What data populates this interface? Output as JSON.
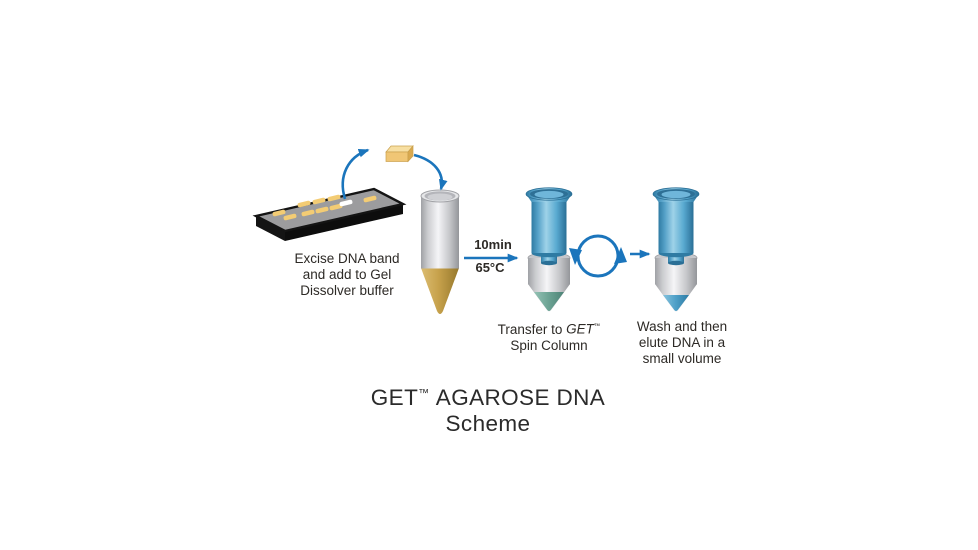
{
  "title": {
    "prefix": "GET",
    "tm": "™",
    "rest": "AGAROSE DNA Scheme"
  },
  "labels": {
    "excise": {
      "lines": [
        "Excise DNA band",
        "and add to Gel",
        "Dissolver buffer"
      ]
    },
    "incubation": {
      "duration": "10min",
      "temperature": "65°C"
    },
    "transfer": {
      "prefix": "Transfer to",
      "product": "GET",
      "tm": "™",
      "line2": "Spin Column"
    },
    "wash": {
      "lines": [
        "Wash and then",
        "elute DNA in a",
        "small volume"
      ]
    }
  },
  "gel": {
    "angle": -13,
    "band_size": [
      13,
      4.5
    ],
    "bands": [
      [
        279,
        213
      ],
      [
        290,
        217
      ],
      [
        304,
        204
      ],
      [
        308,
        213
      ],
      [
        319,
        201
      ],
      [
        322,
        210
      ],
      [
        334,
        198
      ],
      [
        336,
        207
      ],
      [
        370,
        199
      ]
    ],
    "excised_band": [
      346,
      203
    ]
  },
  "icons": {
    "excise_arrow": "curved-arrow-up-icon",
    "drop_arrow": "curved-arrow-down-icon",
    "incubation_arrow": "right-arrow-icon",
    "spin": "rotate-arrows-icon",
    "to_wash_arrow": "right-arrow-icon"
  },
  "colors": {
    "arrow": "#1b75bc",
    "column_blue": "#5fadd4",
    "tube_gray": "#d2d3d6",
    "cone_tan": "#c7a24c",
    "tip_teal": "#6ba293",
    "tip_blue": "#4d9fc7",
    "gel_surface": "#9c9c9e",
    "gel_edge": "#141414",
    "band_yellow": "#f3cc74",
    "text": "#2d2a26"
  }
}
